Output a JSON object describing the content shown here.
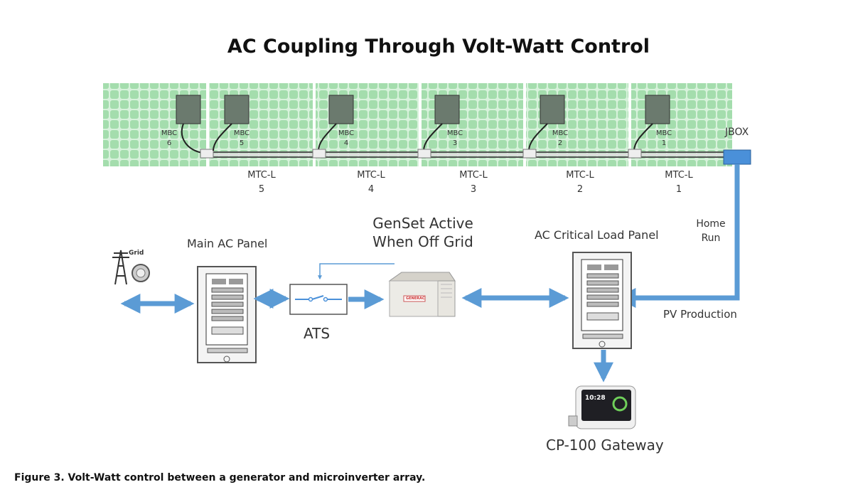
{
  "title": "AC Coupling Through Volt-Watt Control",
  "mbc_units": [
    {
      "label": "MBC",
      "num": "6"
    },
    {
      "label": "MBC",
      "num": "5"
    },
    {
      "label": "MBC",
      "num": "4"
    },
    {
      "label": "MBC",
      "num": "3"
    },
    {
      "label": "MBC",
      "num": "2"
    },
    {
      "label": "MBC",
      "num": "1"
    }
  ],
  "mtc_cables": [
    {
      "label": "MTC-L",
      "num": "5"
    },
    {
      "label": "MTC-L",
      "num": "4"
    },
    {
      "label": "MTC-L",
      "num": "3"
    },
    {
      "label": "MTC-L",
      "num": "2"
    },
    {
      "label": "MTC-L",
      "num": "1"
    }
  ],
  "jbox": "JBOX",
  "home_run": {
    "line1": "Home",
    "line2": "Run"
  },
  "grid": "Grid",
  "main_panel": "Main AC Panel",
  "ats": "ATS",
  "genset": {
    "line1": "GenSet Active",
    "line2": "When Off Grid",
    "brand": "GENERAC"
  },
  "critical_panel": "AC Critical Load Panel",
  "pv_production": "PV Production",
  "gateway": {
    "label": "CP-100 Gateway",
    "screen_time": "10:28"
  },
  "caption": "Figure 3. Volt-Watt control between a generator and microinverter array.",
  "colors": {
    "arrow": "#5b9bd5",
    "panel_green": "#8fd49a",
    "jbox": "#4a90d9"
  }
}
